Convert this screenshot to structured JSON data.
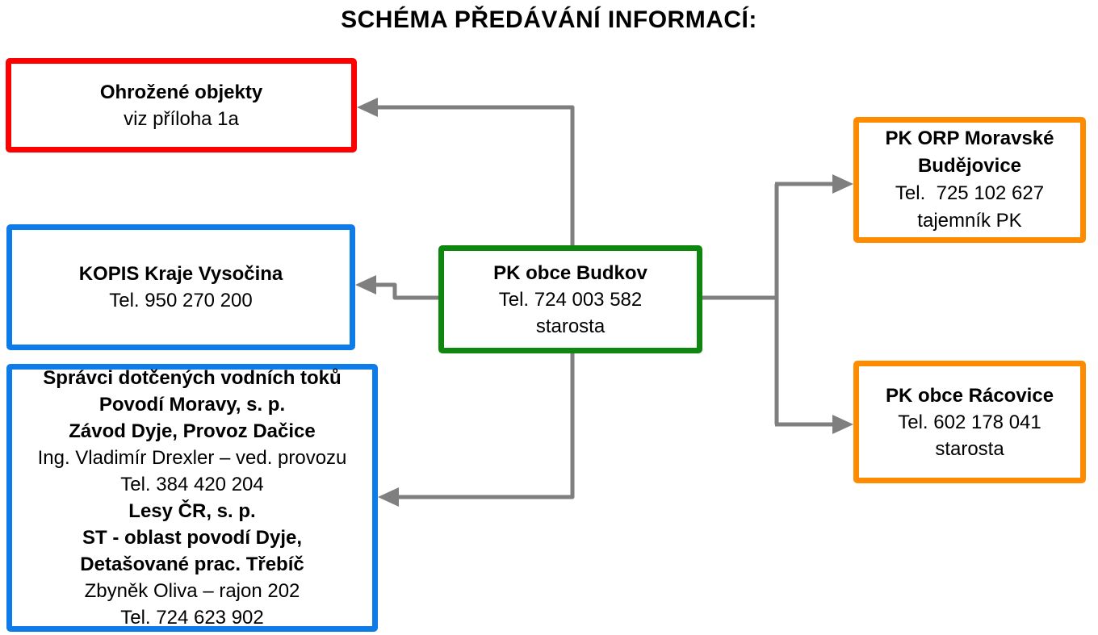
{
  "title": "SCHÉMA PŘEDÁVÁNÍ INFORMACÍ:",
  "colors": {
    "red_border": "#ff0000",
    "blue_border": "#0d7ce8",
    "green_border": "#0e870e",
    "orange_border": "#ff8c00",
    "arrow_gray": "#7f7f7f",
    "text": "#000000",
    "background": "#ffffff"
  },
  "boxes": {
    "ohrozene_objekty": {
      "lines": [
        {
          "text": "Ohrožené objekty",
          "bold": true
        },
        {
          "text": "viz příloha 1a",
          "bold": false
        }
      ]
    },
    "kopis": {
      "lines": [
        {
          "text": "KOPIS Kraje Vysočina",
          "bold": true
        },
        {
          "text": "Tel. 950 270 200",
          "bold": false
        }
      ]
    },
    "spravci_toku": {
      "lines": [
        {
          "text": "Správci dotčených vodních toků",
          "bold": true
        },
        {
          "text": "Povodí Moravy, s. p.",
          "bold": true
        },
        {
          "text": "Závod Dyje, Provoz Dačice",
          "bold": true
        },
        {
          "text": "Ing. Vladimír Drexler – ved. provozu",
          "bold": false
        },
        {
          "text": "Tel. 384 420 204",
          "bold": false
        },
        {
          "text": "Lesy ČR, s. p.",
          "bold": true
        },
        {
          "text": "ST - oblast povodí Dyje,",
          "bold": true
        },
        {
          "text": "Detašované prac. Třebíč",
          "bold": true
        },
        {
          "text": "Zbyněk Oliva – rajon 202",
          "bold": false
        },
        {
          "text": "Tel. 724 623 902",
          "bold": false
        }
      ]
    },
    "pk_obce_budkov": {
      "lines": [
        {
          "text": "PK obce Budkov",
          "bold": true
        },
        {
          "text": "Tel. 724 003 582",
          "bold": false
        },
        {
          "text": "starosta",
          "bold": false
        }
      ]
    },
    "pk_orp_moravske_budejovice": {
      "lines": [
        {
          "text": "PK ORP Moravské Budějovice",
          "bold": true
        },
        {
          "text": "Tel.  725 102 627",
          "bold": false
        },
        {
          "text": "tajemník PK",
          "bold": false
        }
      ]
    },
    "pk_obce_racovice": {
      "lines": [
        {
          "text": "PK obce Rácovice",
          "bold": true
        },
        {
          "text": "Tel. 602 178 041",
          "bold": false
        },
        {
          "text": "starosta",
          "bold": false
        }
      ]
    }
  }
}
